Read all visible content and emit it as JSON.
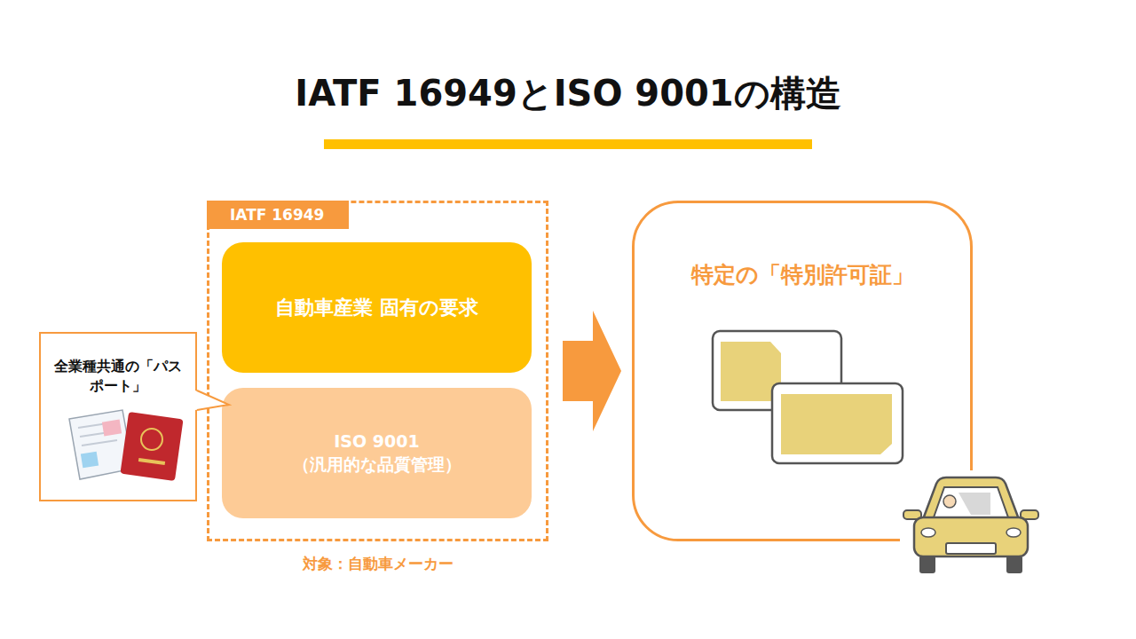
{
  "diagram": {
    "title": "IATF 16949とISO 9001の構造",
    "nodes": [
      {
        "text": [
          "IATF 16949"
        ]
      },
      {
        "text": [
          "自動車産業 固有の要求"
        ],
        "in": 0
      },
      {
        "text": [
          "ISO 9001",
          "（汎用的な品質管理）"
        ],
        "in": 0
      },
      {
        "text": [
          "全業種共通の「パスポート」"
        ]
      },
      {
        "text": [
          "特定の「特別許可証」"
        ]
      }
    ],
    "edges": [
      {
        "from": 0,
        "to": 4,
        "arrow": "to"
      }
    ],
    "labels": [
      "対象：自動車メーカー"
    ]
  }
}
